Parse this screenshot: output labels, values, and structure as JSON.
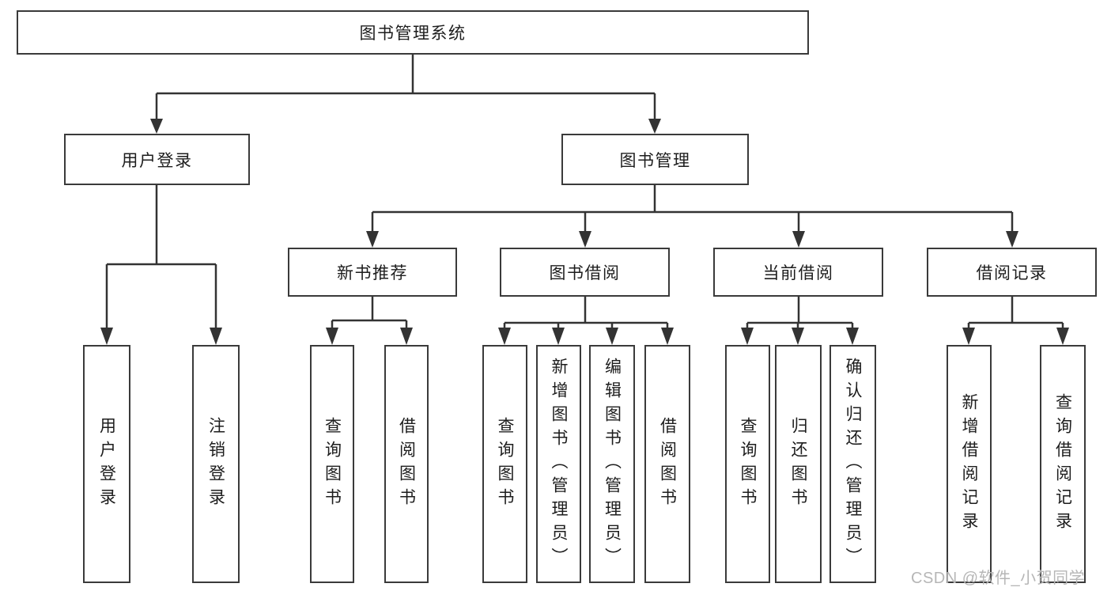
{
  "diagram": {
    "root": {
      "label": "图书管理系统"
    },
    "branches": [
      {
        "label": "用户登录",
        "children": [
          {
            "label": "用户登录"
          },
          {
            "label": "注销登录"
          }
        ]
      },
      {
        "label": "图书管理",
        "children": [
          {
            "label": "新书推荐",
            "children": [
              {
                "label": "查询图书"
              },
              {
                "label": "借阅图书"
              }
            ]
          },
          {
            "label": "图书借阅",
            "children": [
              {
                "label": "查询图书"
              },
              {
                "label": "新增图书（管理员）"
              },
              {
                "label": "编辑图书（管理员）"
              },
              {
                "label": "借阅图书"
              }
            ]
          },
          {
            "label": "当前借阅",
            "children": [
              {
                "label": "查询图书"
              },
              {
                "label": "归还图书"
              },
              {
                "label": "确认归还（管理员）"
              }
            ]
          },
          {
            "label": "借阅记录",
            "children": [
              {
                "label": "新增借阅记录"
              },
              {
                "label": "查询借阅记录"
              }
            ]
          }
        ]
      }
    ],
    "watermark": "CSDN @软件_小贺同学",
    "colors": {
      "box_border": "#3a3a3a",
      "connector": "#333333",
      "text": "#1d1d1d",
      "watermark": "#b6b6b6",
      "background": "#ffffff"
    }
  }
}
